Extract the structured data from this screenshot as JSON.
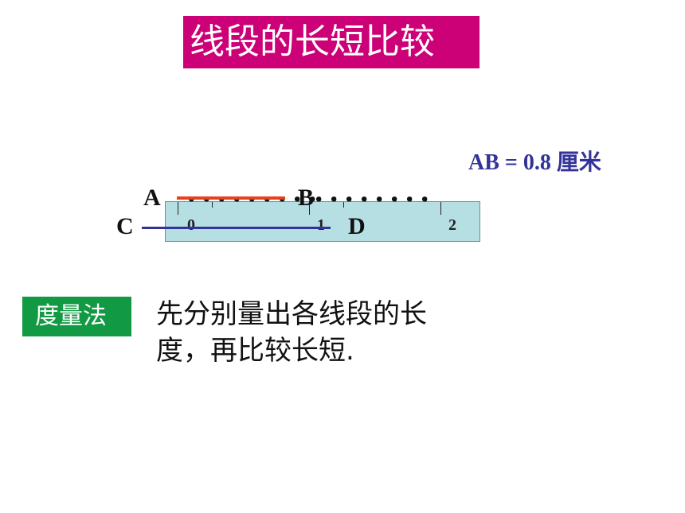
{
  "title": "线段的长短比较",
  "measurement": "AB = 0.8 厘米",
  "ruler": {
    "tick_labels": [
      "0",
      "1",
      "2"
    ]
  },
  "points": {
    "a": "A",
    "b": "B",
    "c": "C",
    "d": "D"
  },
  "dots": {
    "left": "．．．．．．．．．",
    "right": "．．．．．．．．"
  },
  "method": {
    "label": "度量法",
    "description": "先分别量出各线段的长度，再比较长短."
  },
  "colors": {
    "title_bg": "#cc0077",
    "method_bg": "#119944",
    "ruler_bg": "#b5dfe2",
    "segment_ab": "#e8401a",
    "segment_cd": "#333399",
    "measurement_text": "#333399"
  }
}
